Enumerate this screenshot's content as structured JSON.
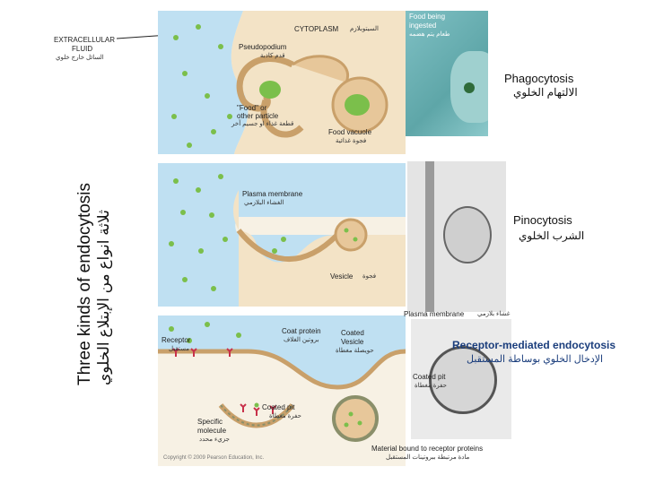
{
  "title": {
    "en": "Three kinds of endocytosis",
    "ar": "ثلاثة انواع من الإبتلاع الخلوي"
  },
  "labels": {
    "extracellular_en": "EXTRACELLULAR",
    "extracellular_en2": "FLUID",
    "extracellular_ar": "السائل خارج خلوي",
    "cytoplasm_en": "CYTOPLASM",
    "cytoplasm_ar": "السيتوبلازم",
    "pseudopodium_en": "Pseudopodium",
    "pseudopodium_ar": "قدم كاذبة",
    "food_en1": "\"Food\" or",
    "food_en2": "other particle",
    "food_ar": "قطعة غذاء او جسيم آخر",
    "food_vacuole_en": "Food vacuole",
    "food_vacuole_ar": "فجوة غذائية",
    "food_ingested_en1": "Food being",
    "food_ingested_en2": "ingested",
    "food_ingested_ar": "طعام يتم هضمه",
    "plasma_membrane_en": "Plasma membrane",
    "plasma_membrane_ar": "الغشاء البلازمي",
    "vesicle_en": "Vesicle",
    "vesicle_ar": "فجوة",
    "plasma_membrane2": "Plasma membrane",
    "plasma_membrane2_ar": "غشاء بلازمي",
    "coat_protein_en": "Coat protein",
    "coat_protein_ar": "بروتين الغلاف",
    "coated_vesicle_en1": "Coated",
    "coated_vesicle_en2": "Vesicle",
    "coated_vesicle_ar": "حويصلة مغطاة",
    "receptor_en": "Receptor",
    "receptor_ar": "مستقبل",
    "coated_pit_en": "Coated pit",
    "coated_pit_ar": "حفرة مغطاة",
    "coated_pit2_en": "Coated pit",
    "coated_pit2_ar": "حفرة مغطاة",
    "specific_en1": "Specific",
    "specific_en2": "molecule",
    "specific_ar": "جزيء محدد",
    "material_en": "Material bound to receptor proteins",
    "material_ar": "مادة مرتبطة ببروتينات المستقبل",
    "copyright": "Copyright © 2009 Pearson Education, Inc."
  },
  "headings": {
    "phago_en": "Phagocytosis",
    "phago_ar": "الالتهام الخلوي",
    "pino_en": "Pinocytosis",
    "pino_ar": "الشرب الخلوي",
    "receptor_en": "Receptor-mediated endocytosis",
    "receptor_ar": "الإدخال الخلوي بوساطة المستقبل"
  },
  "colors": {
    "fluid_blue": "#bfe0f2",
    "membrane_tan": "#e7c79a",
    "membrane_dark": "#c9a06a",
    "particle_green": "#7bbf4b",
    "receptor_red": "#c8314a",
    "micro_teal": "#6fb3b8",
    "panel_bg": "#f5f0e6",
    "heading_blue": "#1a3d7c"
  }
}
